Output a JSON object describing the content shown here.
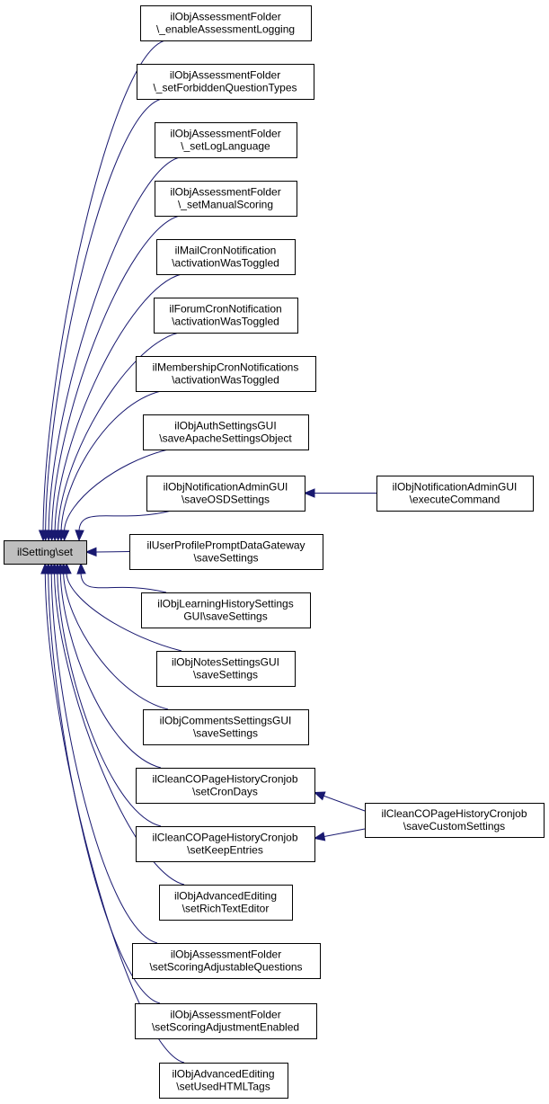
{
  "diagram": {
    "type": "call-graph",
    "colors": {
      "edge": "#191970",
      "root_fill": "#bfbfbf",
      "node_fill": "#ffffff",
      "node_border": "#000000"
    },
    "root": {
      "id": "root",
      "lines": [
        "ilSetting\\set"
      ]
    },
    "nodes": [
      {
        "id": "n1",
        "lines": [
          "ilObjAssessmentFolder",
          "\\_enableAssessmentLogging"
        ]
      },
      {
        "id": "n2",
        "lines": [
          "ilObjAssessmentFolder",
          "\\_setForbiddenQuestionTypes"
        ]
      },
      {
        "id": "n3",
        "lines": [
          "ilObjAssessmentFolder",
          "\\_setLogLanguage"
        ]
      },
      {
        "id": "n4",
        "lines": [
          "ilObjAssessmentFolder",
          "\\_setManualScoring"
        ]
      },
      {
        "id": "n5",
        "lines": [
          "ilMailCronNotification",
          "\\activationWasToggled"
        ]
      },
      {
        "id": "n6",
        "lines": [
          "ilForumCronNotification",
          "\\activationWasToggled"
        ]
      },
      {
        "id": "n7",
        "lines": [
          "ilMembershipCronNotifications",
          "\\activationWasToggled"
        ]
      },
      {
        "id": "n8",
        "lines": [
          "ilObjAuthSettingsGUI",
          "\\saveApacheSettingsObject"
        ]
      },
      {
        "id": "n9",
        "lines": [
          "ilObjNotificationAdminGUI",
          "\\saveOSDSettings"
        ]
      },
      {
        "id": "n10",
        "lines": [
          "ilUserProfilePromptDataGateway",
          "\\saveSettings"
        ]
      },
      {
        "id": "n11",
        "lines": [
          "ilObjLearningHistorySettings",
          "GUI\\saveSettings"
        ]
      },
      {
        "id": "n12",
        "lines": [
          "ilObjNotesSettingsGUI",
          "\\saveSettings"
        ]
      },
      {
        "id": "n13",
        "lines": [
          "ilObjCommentsSettingsGUI",
          "\\saveSettings"
        ]
      },
      {
        "id": "n14",
        "lines": [
          "ilCleanCOPageHistoryCronjob",
          "\\setCronDays"
        ]
      },
      {
        "id": "n15",
        "lines": [
          "ilCleanCOPageHistoryCronjob",
          "\\setKeepEntries"
        ]
      },
      {
        "id": "n16",
        "lines": [
          "ilObjAdvancedEditing",
          "\\setRichTextEditor"
        ]
      },
      {
        "id": "n17",
        "lines": [
          "ilObjAssessmentFolder",
          "\\setScoringAdjustableQuestions"
        ]
      },
      {
        "id": "n18",
        "lines": [
          "ilObjAssessmentFolder",
          "\\setScoringAdjustmentEnabled"
        ]
      },
      {
        "id": "n19",
        "lines": [
          "ilObjAdvancedEditing",
          "\\setUsedHTMLTags"
        ]
      },
      {
        "id": "n20",
        "lines": [
          "ilObjNotificationAdminGUI",
          "\\executeCommand"
        ]
      },
      {
        "id": "n21",
        "lines": [
          "ilCleanCOPageHistoryCronjob",
          "\\saveCustomSettings"
        ]
      }
    ],
    "edges": [
      {
        "from": "n1",
        "to": "root"
      },
      {
        "from": "n2",
        "to": "root"
      },
      {
        "from": "n3",
        "to": "root"
      },
      {
        "from": "n4",
        "to": "root"
      },
      {
        "from": "n5",
        "to": "root"
      },
      {
        "from": "n6",
        "to": "root"
      },
      {
        "from": "n7",
        "to": "root"
      },
      {
        "from": "n8",
        "to": "root"
      },
      {
        "from": "n9",
        "to": "root"
      },
      {
        "from": "n10",
        "to": "root"
      },
      {
        "from": "n11",
        "to": "root"
      },
      {
        "from": "n12",
        "to": "root"
      },
      {
        "from": "n13",
        "to": "root"
      },
      {
        "from": "n14",
        "to": "root"
      },
      {
        "from": "n15",
        "to": "root"
      },
      {
        "from": "n16",
        "to": "root"
      },
      {
        "from": "n17",
        "to": "root"
      },
      {
        "from": "n18",
        "to": "root"
      },
      {
        "from": "n19",
        "to": "root"
      },
      {
        "from": "n20",
        "to": "n9"
      },
      {
        "from": "n21",
        "to": "n14"
      },
      {
        "from": "n21",
        "to": "n15"
      }
    ]
  }
}
